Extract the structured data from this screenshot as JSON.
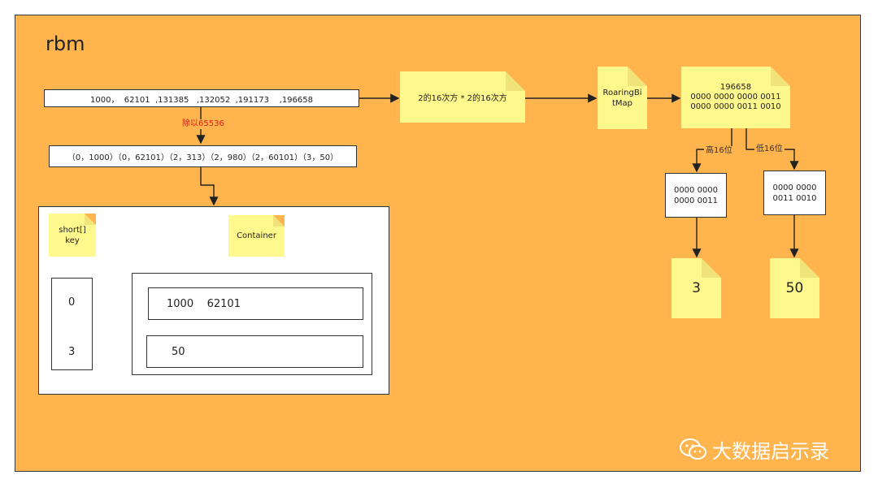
{
  "title": "rbm",
  "input_list": "1000，  62101  ,131385   ,132052  ,191173    ,196658",
  "divide_label": "除以65536",
  "pairs": "（0，1000）（0，62101）（2，313）（2，980）（2，60101）（3，50）",
  "note_power": "2的16次方 * 2的16次方",
  "note_roaring": "RoaringBitMap",
  "note_binary": {
    "value": "196658",
    "line1": "0000 0000 0000 0011",
    "line2": "0000 0000 0011 0010"
  },
  "high_label": "高16位",
  "low_label": "低16位",
  "high_box": {
    "line1": "0000 0000",
    "line2": "0000 0011"
  },
  "low_box": {
    "line1": "0000 0000",
    "line2": "0011 0010"
  },
  "high_result": "3",
  "low_result": "50",
  "short_key_note": {
    "line1": "short[]",
    "line2": "key"
  },
  "container_note": "Container",
  "keys": [
    "0",
    "3"
  ],
  "containers": [
    "1000    62101",
    "50"
  ],
  "watermark": "大数据启示录",
  "colors": {
    "background": "#FFB44D",
    "note": "#FFF88C",
    "label_red": "#E0201B"
  }
}
